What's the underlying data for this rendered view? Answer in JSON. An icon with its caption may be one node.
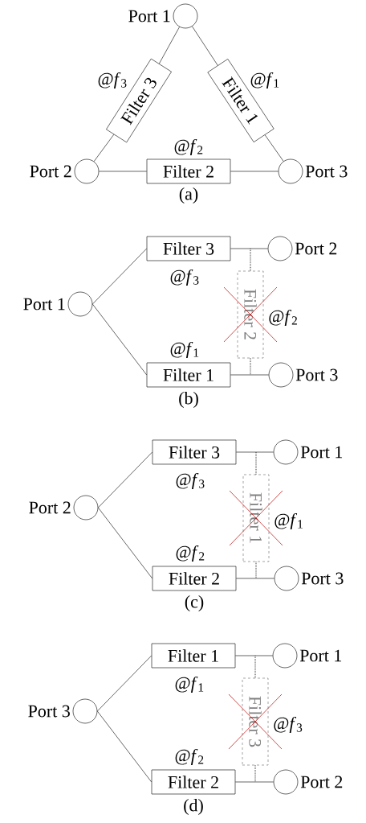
{
  "diagram": {
    "nodes": [
      {
        "text": [],
        "shape": "circle",
        "beside": [
          "Port 1"
        ]
      },
      {
        "text": [
          "Filter 3"
        ],
        "beside": [
          "@*f*$_{3}$"
        ]
      },
      {
        "text": [
          "Filter 1"
        ],
        "beside": [
          "@*f*$_{1}$"
        ]
      },
      {
        "text": [],
        "shape": "circle",
        "beside": [
          "Port 2"
        ]
      },
      {
        "text": [
          "Filter 2"
        ],
        "beside": [
          "@*f*$_{2}$"
        ]
      },
      {
        "text": [],
        "shape": "circle",
        "beside": [
          "Port 3"
        ]
      },
      {
        "text": [],
        "shape": "circle",
        "beside": [
          "Port 1"
        ]
      },
      {
        "text": [
          "Filter 3"
        ],
        "beside": [
          "@*f*$_{3}$"
        ]
      },
      {
        "text": [],
        "shape": "circle",
        "beside": [
          "Port 2"
        ]
      },
      {
        "text": [
          "Filter 2"
        ],
        "beside": [
          "@*f*$_{2}$"
        ]
      },
      {
        "text": [
          "Filter 1"
        ],
        "beside": [
          "@*f*$_{1}$"
        ]
      },
      {
        "text": [],
        "shape": "circle",
        "beside": [
          "Port 3"
        ]
      },
      {
        "text": [],
        "shape": "circle",
        "beside": [
          "Port 2"
        ]
      },
      {
        "text": [
          "Filter 3"
        ],
        "beside": [
          "@*f*$_{3}$"
        ]
      },
      {
        "text": [],
        "shape": "circle",
        "beside": [
          "Port 1"
        ]
      },
      {
        "text": [
          "Filter 1"
        ],
        "beside": [
          "@*f*$_{1}$"
        ]
      },
      {
        "text": [
          "Filter 2"
        ],
        "beside": [
          "@*f*$_{2}$"
        ]
      },
      {
        "text": [],
        "shape": "circle",
        "beside": [
          "Port 3"
        ]
      },
      {
        "text": [],
        "shape": "circle",
        "beside": [
          "Port 3"
        ]
      },
      {
        "text": [
          "Filter 1"
        ],
        "beside": [
          "@*f*$_{1}$"
        ]
      },
      {
        "text": [],
        "shape": "circle",
        "beside": [
          "Port 1"
        ]
      },
      {
        "text": [
          "Filter 3"
        ],
        "beside": [
          "@*f*$_{3}$"
        ]
      },
      {
        "text": [
          "Filter 2"
        ],
        "beside": [
          "@*f*$_{2}$"
        ]
      },
      {
        "text": [],
        "shape": "circle",
        "beside": [
          "Port 2"
        ]
      }
    ],
    "edges": [
      {
        "from": 0,
        "to": 1,
        "arrow": "none"
      },
      {
        "from": 1,
        "to": 3,
        "arrow": "none"
      },
      {
        "from": 0,
        "to": 2,
        "arrow": "none"
      },
      {
        "from": 2,
        "to": 5,
        "arrow": "none"
      },
      {
        "from": 3,
        "to": 4,
        "arrow": "none"
      },
      {
        "from": 4,
        "to": 5,
        "arrow": "none"
      },
      {
        "from": 6,
        "to": 7,
        "arrow": "none"
      },
      {
        "from": 6,
        "to": 10,
        "arrow": "none"
      },
      {
        "from": 7,
        "to": 8,
        "arrow": "none"
      },
      {
        "from": 10,
        "to": 11,
        "arrow": "none"
      },
      {
        "from": 9,
        "to": null,
        "arrow": "none",
        "style": "dashed"
      },
      {
        "from": 9,
        "to": null,
        "arrow": "none",
        "style": "dashed"
      },
      {
        "from": 12,
        "to": 13,
        "arrow": "none"
      },
      {
        "from": 12,
        "to": 16,
        "arrow": "none"
      },
      {
        "from": 13,
        "to": 14,
        "arrow": "none"
      },
      {
        "from": 16,
        "to": 17,
        "arrow": "none"
      },
      {
        "from": 15,
        "to": null,
        "arrow": "none",
        "style": "dashed"
      },
      {
        "from": 15,
        "to": null,
        "arrow": "none",
        "style": "dashed"
      },
      {
        "from": 18,
        "to": 19,
        "arrow": "none"
      },
      {
        "from": 18,
        "to": 22,
        "arrow": "none"
      },
      {
        "from": 19,
        "to": 20,
        "arrow": "none"
      },
      {
        "from": 22,
        "to": 23,
        "arrow": "none"
      },
      {
        "from": 21,
        "to": null,
        "arrow": "none",
        "style": "dashed"
      },
      {
        "from": 21,
        "to": null,
        "arrow": "none",
        "style": "dashed"
      }
    ],
    "labels": [
      "(a)",
      "(b)",
      "(c)",
      "(d)"
    ]
  }
}
